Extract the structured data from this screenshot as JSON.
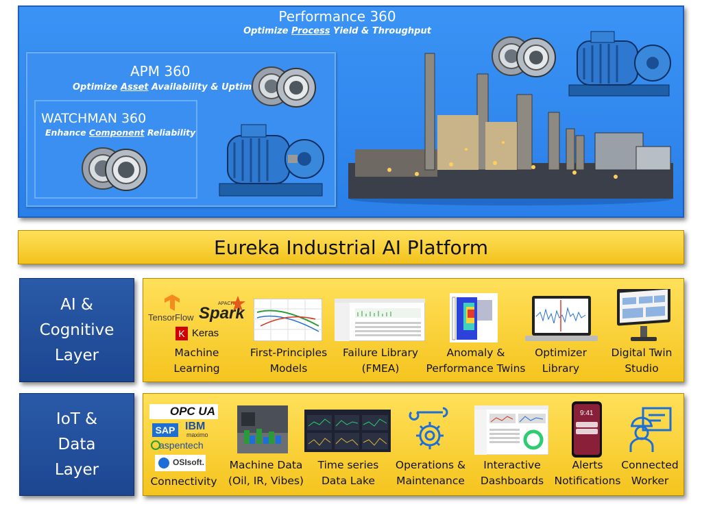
{
  "performance": {
    "title": "Performance 360",
    "subtitle_pre": "Optimize ",
    "subtitle_u": "Process",
    "subtitle_post": " Yield & Throughput"
  },
  "apm": {
    "title": "APM 360",
    "subtitle_pre": "Optimize ",
    "subtitle_u": "Asset",
    "subtitle_post": " Availability & Uptime"
  },
  "watchman": {
    "title": "WATCHMAN 360",
    "subtitle_pre": "Enhance ",
    "subtitle_u": "Component",
    "subtitle_post": " Reliability"
  },
  "platform": {
    "title": "Eureka Industrial AI Platform"
  },
  "ai_layer": {
    "label_lines": [
      "AI &",
      "Cognitive",
      "Layer"
    ],
    "logos": {
      "tensorflow": "TensorFlow",
      "spark_small": "APACHE",
      "spark": "Spark",
      "keras_k": "K",
      "keras": "Keras"
    },
    "items": [
      {
        "lines": [
          "Machine",
          "Learning"
        ]
      },
      {
        "lines": [
          "First-Principles",
          "Models"
        ]
      },
      {
        "lines": [
          "Failure Library",
          "(FMEA)"
        ]
      },
      {
        "lines": [
          "Anomaly &",
          "Performance Twins"
        ]
      },
      {
        "lines": [
          "Optimizer",
          "Library"
        ]
      },
      {
        "lines": [
          "Digital Twin",
          "Studio"
        ]
      }
    ]
  },
  "iot_layer": {
    "label_lines": [
      "IoT &",
      "Data",
      "Layer"
    ],
    "logos": {
      "opcua": "OPC UA",
      "sap": "SAP",
      "ibm": "IBM",
      "maximo": "maximo",
      "aspentech": "aspentech",
      "osi": "OSIsoft."
    },
    "items": [
      {
        "lines": [
          "Connectivity"
        ]
      },
      {
        "lines": [
          "Machine Data",
          "(Oil, IR, Vibes)"
        ]
      },
      {
        "lines": [
          "Time series",
          "Data Lake"
        ]
      },
      {
        "lines": [
          "Operations &",
          "Maintenance"
        ]
      },
      {
        "lines": [
          "Interactive",
          "Dashboards"
        ]
      },
      {
        "lines": [
          "Alerts",
          "Notifications"
        ]
      },
      {
        "lines": [
          "Connected",
          "Worker"
        ]
      }
    ],
    "phone_time": "9:41"
  },
  "colors": {
    "blue_panel": "#2b7fe8",
    "yellow": "#f5c41e",
    "navy": "#1d4690"
  }
}
